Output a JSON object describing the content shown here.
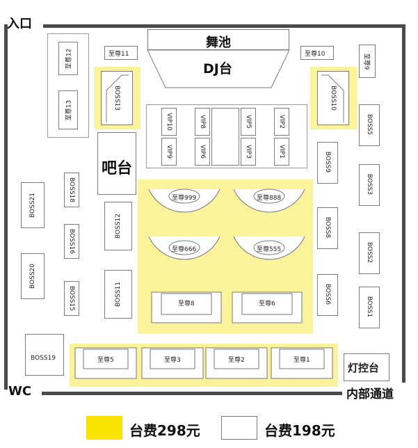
{
  "labels": {
    "entrance": "入口",
    "wc": "WC",
    "passage": "内部通道",
    "dance_floor": "舞池",
    "dj": "DJ台",
    "bar": "吧台",
    "light_control": "灯控台"
  },
  "top_booths": {
    "z11": "至尊11",
    "z10": "至尊10",
    "z12": "至尊12",
    "z9": "至尊9",
    "z13": "至尊13"
  },
  "boss": {
    "b13": "BOSS13",
    "b10": "BOSS10",
    "b5": "BOSS5",
    "b9": "BOSS9",
    "b3": "BOSS3",
    "b8": "BOSS8",
    "b2": "BOSS2",
    "b6": "BOSS6",
    "b1": "BOSS1",
    "b21": "BOSS21",
    "b18": "BOSS18",
    "b16": "BOSS16",
    "b20": "BOSS20",
    "b15": "BOSS15",
    "b12": "BOSS12",
    "b11": "BOSS11",
    "b19": "BOSS19"
  },
  "vip": {
    "v10": "VIP10",
    "v8": "VIP8",
    "v5": "VIP5",
    "v2": "VIP2",
    "v9": "VIP9",
    "v6": "VIP6",
    "v3": "VIP3",
    "v1": "VIP1"
  },
  "center": {
    "z999": "至尊999",
    "z888": "至尊888",
    "z666": "至尊666",
    "z555": "至尊555",
    "z8": "至尊8",
    "z6": "至尊6"
  },
  "bottom": {
    "z5": "至尊5",
    "z3": "至尊3",
    "z2": "至尊2",
    "z1": "至尊1"
  },
  "legend": {
    "premium": "台费298元",
    "standard": "台费198元",
    "premium_color": "#fbf39a",
    "standard_color": "#ffffff"
  }
}
